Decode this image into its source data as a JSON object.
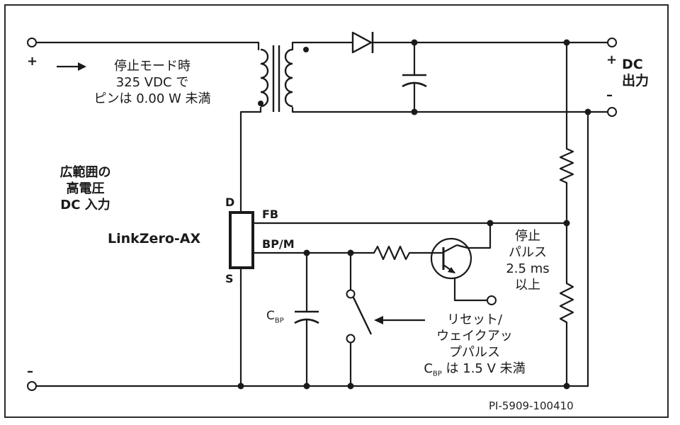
{
  "input_plus": "+",
  "input_minus": "–",
  "output_plus": "+",
  "output_minus": "–",
  "standby": {
    "line1": "停止モード時",
    "line2": "325 VDC で",
    "line3": "ピンは 0.00 W 未満"
  },
  "hv_input": {
    "line1": "広範囲の",
    "line2": "高電圧",
    "line3": "DC 入力"
  },
  "dc_output": {
    "line1": "DC",
    "line2": "出力"
  },
  "ic": {
    "name": "LinkZero-AX",
    "pin_d": "D",
    "pin_s": "S",
    "pin_fb": "FB",
    "pin_bpm": "BP/M"
  },
  "cbp": {
    "main": "C",
    "sub": "BP"
  },
  "stop_pulse": {
    "line1": "停止",
    "line2": "パルス",
    "line3": "2.5 ms",
    "line4": "以上"
  },
  "reset_pulse": {
    "line1": "リセット/",
    "line2": "ウェイクアッ",
    "line3": "プパルス",
    "line4_main": "C",
    "line4_sub": "BP",
    "line4_rest": " は 1.5 V 未満"
  },
  "part_number": "PI-5909-100410",
  "colors": {
    "wire": "#1a1a1a",
    "background": "#ffffff"
  }
}
